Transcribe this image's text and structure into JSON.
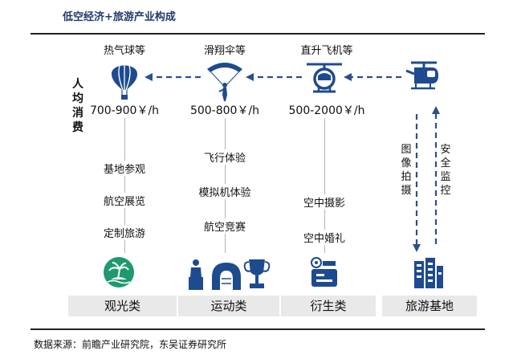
{
  "title": "低空经济+旅游产业构成",
  "side_label": "人均消费",
  "products": [
    {
      "name": "热气球等",
      "price": "700-900￥/h",
      "items": [
        "基地参观",
        "航空展览",
        "定制旅游"
      ],
      "category": "观光类",
      "icon": "hot-air-balloon-icon"
    },
    {
      "name": "滑翔伞等",
      "price": "500-800￥/h",
      "items": [
        "飞行体验",
        "模拟机体验",
        "航空竞赛"
      ],
      "category": "运动类",
      "icon": "paraglider-icon"
    },
    {
      "name": "直升飞机等",
      "price": "500-2000￥/h",
      "items": [
        "空中摄影",
        "空中婚礼"
      ],
      "category": "衍生类",
      "icon": "helicopter-icon"
    }
  ],
  "base": {
    "category": "旅游基地",
    "icon": "drone-icon",
    "up_label": "图像拍摄",
    "down_label": "安全监控"
  },
  "source": "数据来源：前瞻产业研究院，东吴证券研究所",
  "colors": {
    "accent": "#1f3a6e",
    "icon_blue": "#1e4b8f",
    "icon_green": "#1e9a6e",
    "arrow": "#2b4f8f",
    "band": "#e9e9e9"
  }
}
